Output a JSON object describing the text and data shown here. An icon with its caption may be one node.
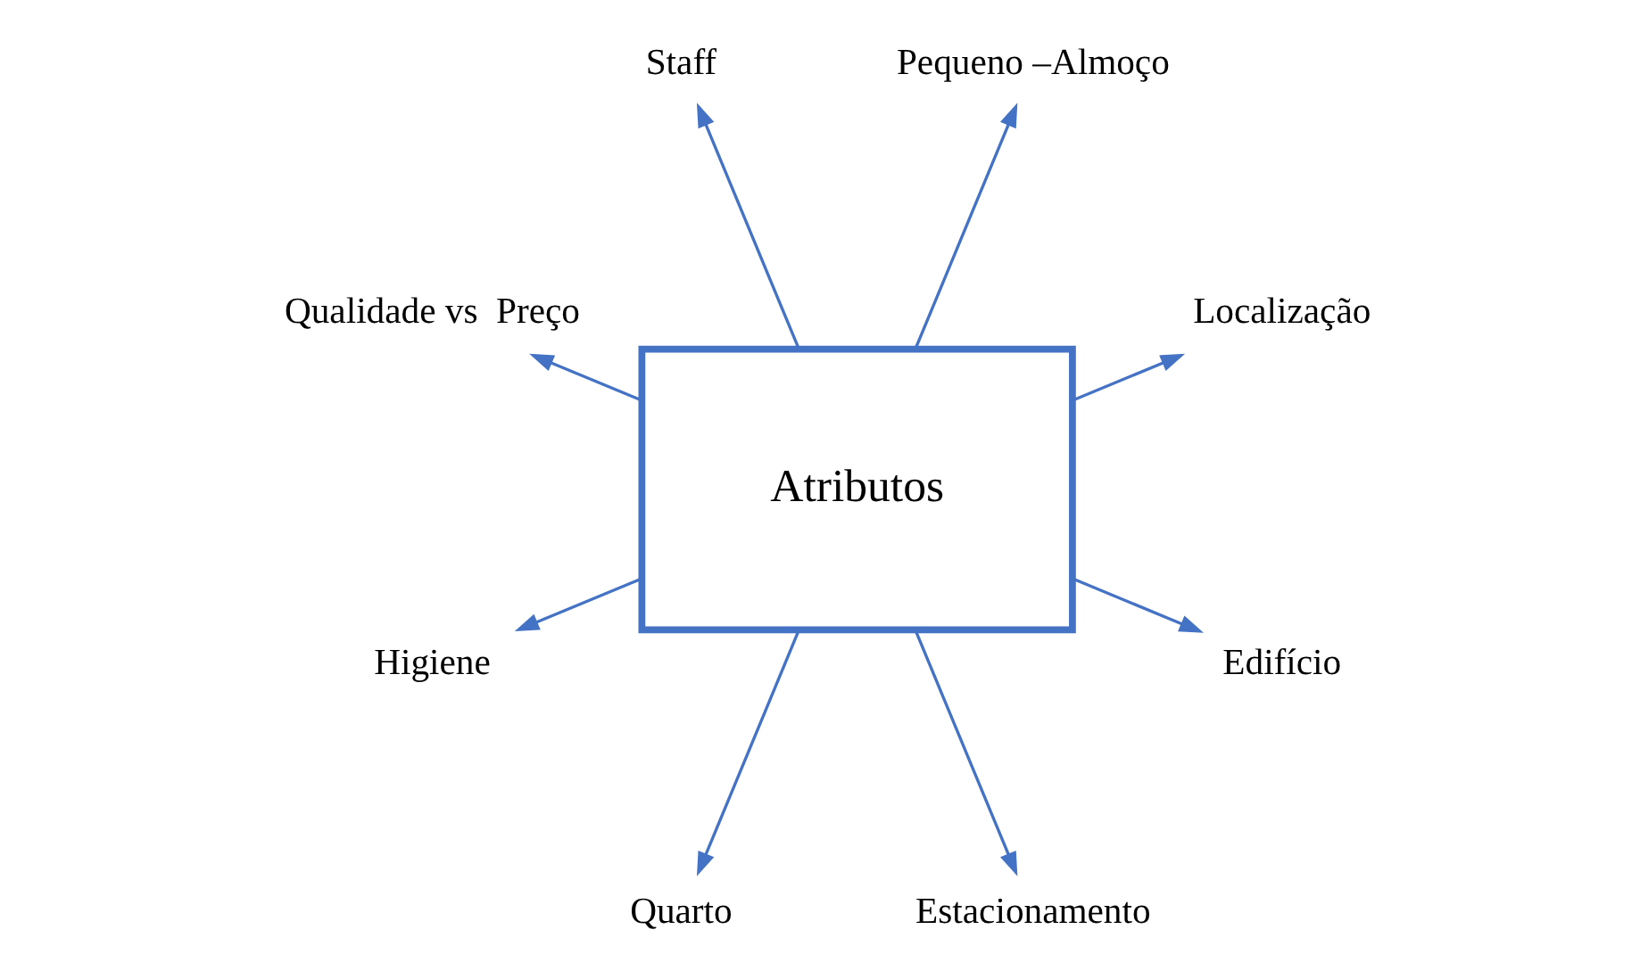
{
  "diagram": {
    "nodes": [
      {
        "text": [
          "Localização"
        ]
      },
      {
        "text": [
          "Pequeno –Almoço"
        ]
      },
      {
        "text": [
          "Staff"
        ]
      },
      {
        "text": [
          "Qualidade vs  Preço"
        ]
      },
      {
        "text": [
          "Atributos"
        ]
      },
      {
        "text": [
          "Higiene"
        ]
      },
      {
        "text": [
          "Quarto"
        ]
      },
      {
        "text": [
          "Estacionamento"
        ]
      },
      {
        "text": [
          "Edifício"
        ]
      }
    ],
    "edges": [
      {
        "from": 4,
        "to": 0,
        "arrow": "to"
      },
      {
        "from": 4,
        "to": 2,
        "arrow": "to"
      },
      {
        "from": 4,
        "to": 5,
        "arrow": "to"
      },
      {
        "from": 4,
        "to": 6,
        "arrow": "to"
      },
      {
        "from": 4,
        "to": 8,
        "arrow": "to"
      },
      {
        "from": 4,
        "to": 7,
        "arrow": "to"
      },
      {
        "from": 4,
        "to": 3,
        "arrow": "to"
      },
      {
        "from": 4,
        "to": 1,
        "arrow": "to"
      }
    ]
  }
}
